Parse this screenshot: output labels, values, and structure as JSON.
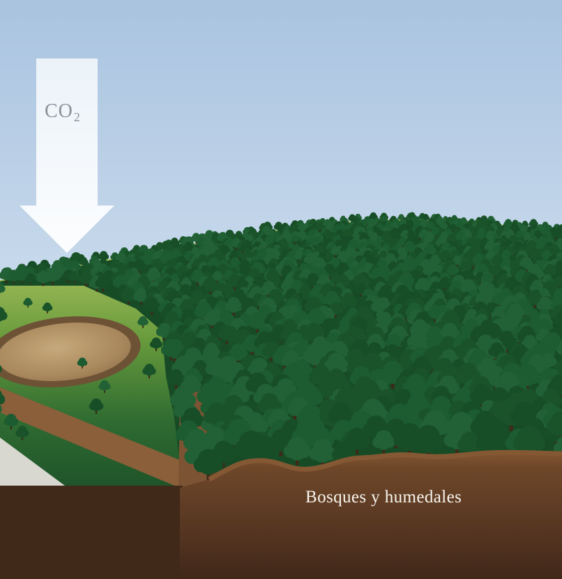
{
  "labels": {
    "co2_main": "CO",
    "co2_sub": "2",
    "caption": "Bosques y humedales"
  },
  "colors": {
    "sky-top": "#a9c3e0",
    "sky-mid": "#c6d8eb",
    "sky-bot": "#dce9f4",
    "arrow-top": "#eef5fa",
    "arrow-bot": "#ffffff",
    "co2-text": "#8b9099",
    "grass-hi": "#a8c05c",
    "grass-mid": "#679a3c",
    "grass-low": "#2e6a31",
    "grass-dark": "#1d5128",
    "forest-under": "#174b26",
    "trunk": "#3f2917",
    "tree_palette": [
      "#1d5c30",
      "#1a5329",
      "#226135",
      "#184e27"
    ],
    "pond-edge": "#6d5236",
    "pond-in": "#c6a97c",
    "pond-mid": "#a8885c",
    "pond-out": "#8a6847",
    "band": "#8a5f3a",
    "cliff": "#7c5433",
    "cliff-edge": "#5a3a22",
    "road": "#d9d8d0",
    "soil-top": "#855834",
    "soil-mid": "#6e4729",
    "soil-low": "#523320",
    "soil-bot": "#402819",
    "soil-left": "#41291a",
    "caption": "#f8f5ee"
  }
}
